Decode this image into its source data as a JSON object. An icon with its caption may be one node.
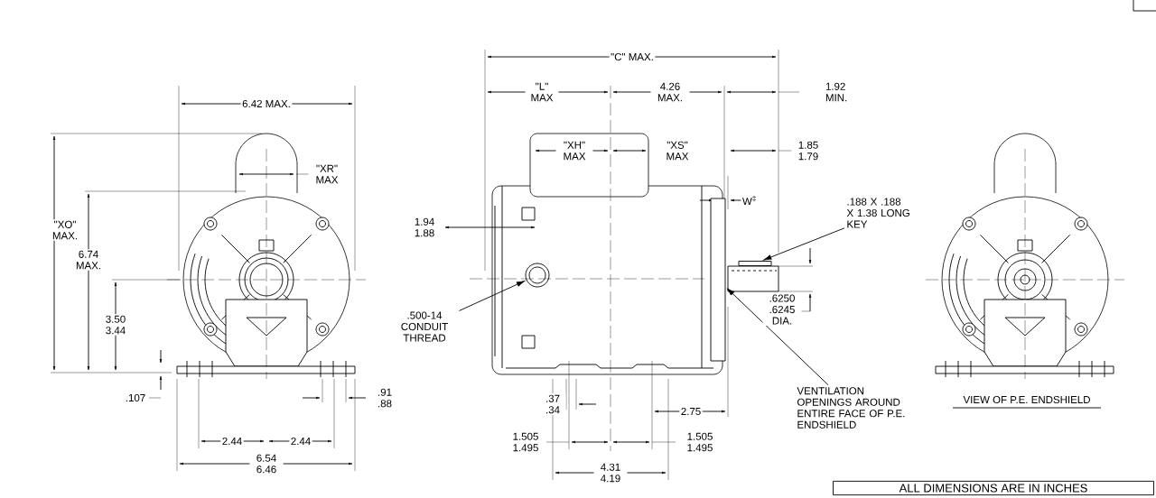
{
  "diagram": {
    "nodes": [
      {
        "text": [
          ".500-14 CONDUIT THREAD"
        ]
      },
      {
        "text": [],
        "shape": "circle"
      },
      {
        "text": [
          ".188 X .188 X 1.38 LONG KEY"
        ]
      },
      {
        "text": [],
        "shape": "bar"
      },
      {
        "text": [
          "VENTILATION OPENINGS AROUND ENTIRE FACE OF P.E. ENDSHIELD"
        ]
      },
      {
        "text": [],
        "shape": "box"
      }
    ],
    "edges": [
      {
        "from": 0,
        "to": 1,
        "arrow": "to"
      },
      {
        "from": 2,
        "to": 3,
        "arrow": "to"
      },
      {
        "from": 4,
        "to": 5,
        "arrow": "to"
      }
    ],
    "labels": [
      "6.42 MAX.",
      "\"C\" MAX.",
      "\"L\" MAX",
      "4.26 MAX.",
      "1.92 MIN.",
      "\"XH\" MAX",
      "\"XS\" MAX",
      "1.85 1.79",
      "\"XR\" MAX",
      "\"XO\" MAX.",
      "W$^{‡}$",
      "1.94 1.88",
      "6.74 MAX.",
      "3.50 3.44",
      ".6250 .6245 DIA.",
      ".107",
      ".91 .88",
      ".37 .34",
      "2.75",
      "2.44",
      "2.44",
      "6.54 6.46",
      "1.505 1.495",
      "1.505 1.495",
      "4.31 4.19",
      "VIEW OF P.E. ENDSHIELD",
      "ALL DIMENSIONS ARE IN INCHES"
    ]
  }
}
